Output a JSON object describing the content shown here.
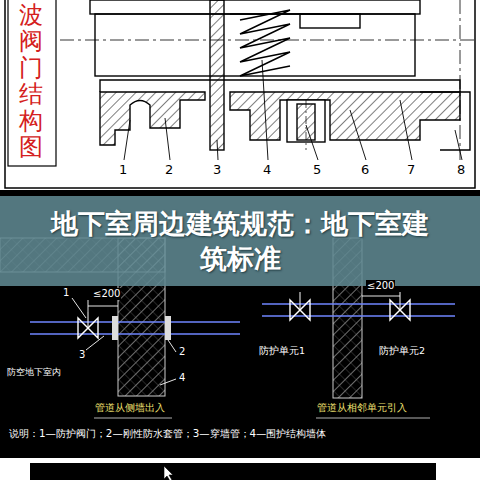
{
  "diagram": {
    "nodes": [
      {
        "text": [
          "地下室周边建筑规范：地下室建筑标准"
        ]
      }
    ],
    "labels": [
      "波阀门结构图",
      "1",
      "2",
      "3",
      "4",
      "5",
      "6",
      "7",
      "8",
      "≤200",
      "1",
      "3",
      "2",
      "4",
      "防空地下室内",
      "管道从侧墙出入",
      "防护单元1",
      "≤200",
      "防护单元2",
      "管道从相邻单元引入",
      "说明：1—防护阀门；2—刚性防水套管；3—穿墙管；4—围护结构墙体"
    ]
  }
}
